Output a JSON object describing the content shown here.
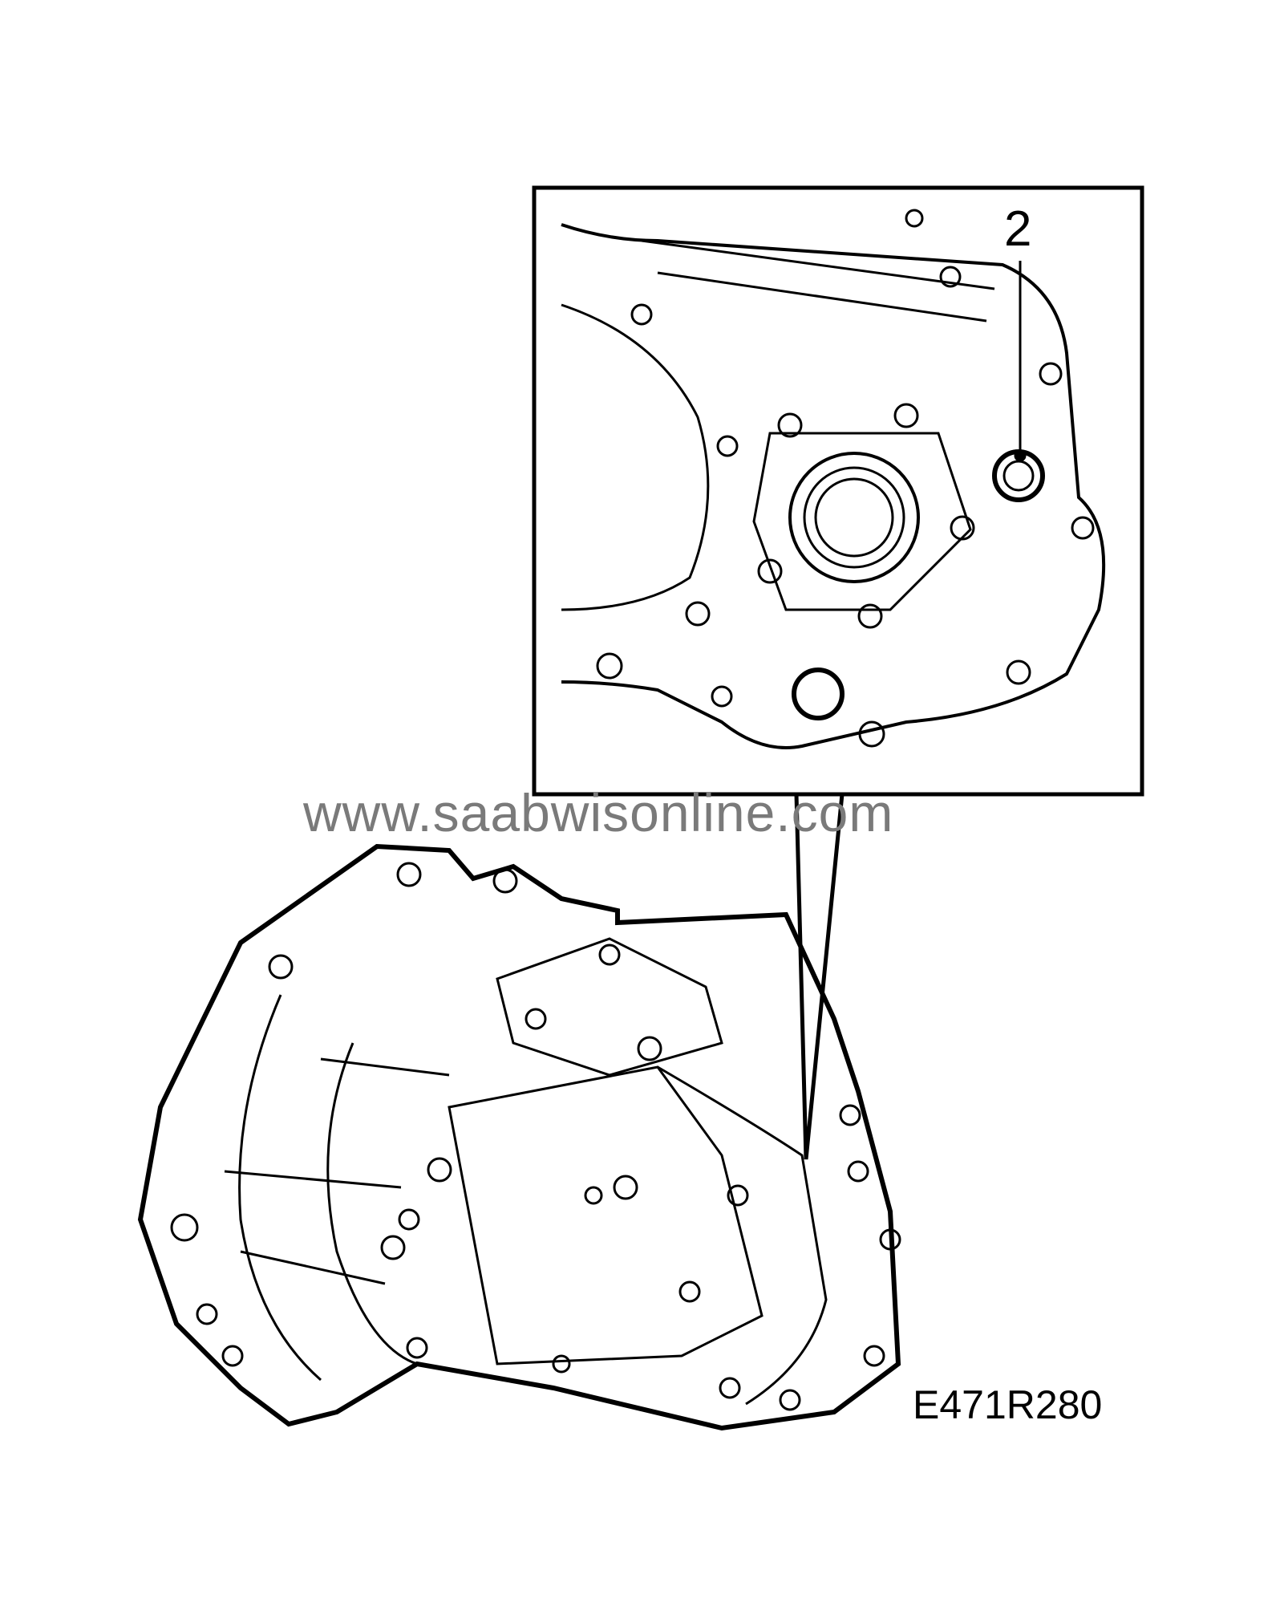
{
  "callout_label": "2",
  "watermark": "www.saabwisonline.com",
  "figure_code": "E471R280",
  "colors": {
    "line": "#000000",
    "watermark": "#7a7a7a",
    "background": "#ffffff"
  }
}
